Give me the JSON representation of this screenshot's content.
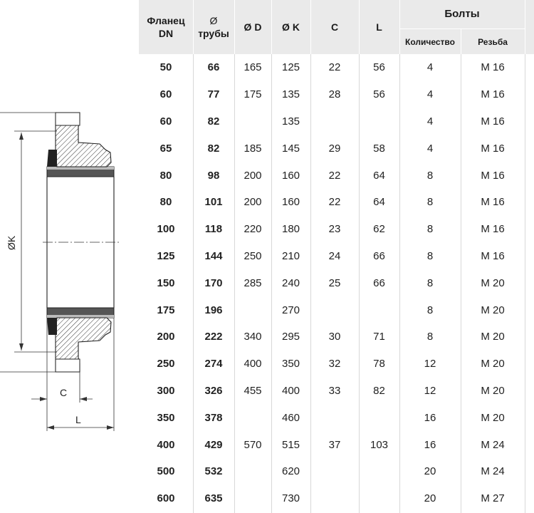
{
  "drawing": {
    "label_k": "ØK",
    "label_c": "C",
    "label_l": "L"
  },
  "table": {
    "headers": {
      "flange": "Фланец DN",
      "flange_l1": "Фланец",
      "flange_l2": "DN",
      "pipe_l1": "Ø",
      "pipe_l2": "трубы",
      "d": "Ø D",
      "k": "Ø K",
      "c": "C",
      "l": "L",
      "bolts": "Болты",
      "qty": "Количество",
      "thread": "Резьба"
    },
    "rows": [
      {
        "dn": "50",
        "pipe": "66",
        "d": "165",
        "k": "125",
        "c": "22",
        "l": "56",
        "qty": "4",
        "thread": "M 16"
      },
      {
        "dn": "60",
        "pipe": "77",
        "d": "175",
        "k": "135",
        "c": "28",
        "l": "56",
        "qty": "4",
        "thread": "M 16"
      },
      {
        "dn": "60",
        "pipe": "82",
        "d": "",
        "k": "135",
        "c": "",
        "l": "",
        "qty": "4",
        "thread": "M 16"
      },
      {
        "dn": "65",
        "pipe": "82",
        "d": "185",
        "k": "145",
        "c": "29",
        "l": "58",
        "qty": "4",
        "thread": "M 16"
      },
      {
        "dn": "80",
        "pipe": "98",
        "d": "200",
        "k": "160",
        "c": "22",
        "l": "64",
        "qty": "8",
        "thread": "M 16"
      },
      {
        "dn": "80",
        "pipe": "101",
        "d": "200",
        "k": "160",
        "c": "22",
        "l": "64",
        "qty": "8",
        "thread": "M 16"
      },
      {
        "dn": "100",
        "pipe": "118",
        "d": "220",
        "k": "180",
        "c": "23",
        "l": "62",
        "qty": "8",
        "thread": "M 16"
      },
      {
        "dn": "125",
        "pipe": "144",
        "d": "250",
        "k": "210",
        "c": "24",
        "l": "66",
        "qty": "8",
        "thread": "M 16"
      },
      {
        "dn": "150",
        "pipe": "170",
        "d": "285",
        "k": "240",
        "c": "25",
        "l": "66",
        "qty": "8",
        "thread": "M 20"
      },
      {
        "dn": "175",
        "pipe": "196",
        "d": "",
        "k": "270",
        "c": "",
        "l": "",
        "qty": "8",
        "thread": "M 20"
      },
      {
        "dn": "200",
        "pipe": "222",
        "d": "340",
        "k": "295",
        "c": "30",
        "l": "71",
        "qty": "8",
        "thread": "M 20"
      },
      {
        "dn": "250",
        "pipe": "274",
        "d": "400",
        "k": "350",
        "c": "32",
        "l": "78",
        "qty": "12",
        "thread": "M 20"
      },
      {
        "dn": "300",
        "pipe": "326",
        "d": "455",
        "k": "400",
        "c": "33",
        "l": "82",
        "qty": "12",
        "thread": "M 20"
      },
      {
        "dn": "350",
        "pipe": "378",
        "d": "",
        "k": "460",
        "c": "",
        "l": "",
        "qty": "16",
        "thread": "M 20"
      },
      {
        "dn": "400",
        "pipe": "429",
        "d": "570",
        "k": "515",
        "c": "37",
        "l": "103",
        "qty": "16",
        "thread": "M 24"
      },
      {
        "dn": "500",
        "pipe": "532",
        "d": "",
        "k": "620",
        "c": "",
        "l": "",
        "qty": "20",
        "thread": "M 24"
      },
      {
        "dn": "600",
        "pipe": "635",
        "d": "",
        "k": "730",
        "c": "",
        "l": "",
        "qty": "20",
        "thread": "M 27"
      }
    ]
  },
  "colors": {
    "header_bg": "#eaeaea",
    "text": "#1a1a1a",
    "line": "#333333"
  }
}
